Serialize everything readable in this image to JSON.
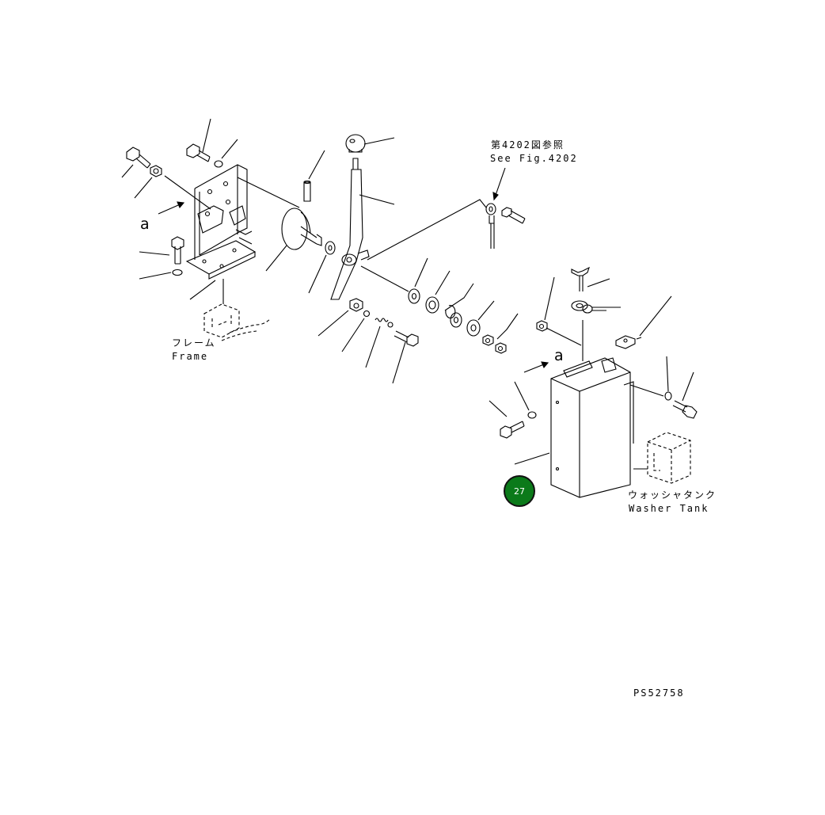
{
  "labels": {
    "ref_jp": "第4202図参照",
    "ref_en": "See Fig.4202",
    "frame_jp": "フレーム",
    "frame_en": "Frame",
    "tank_jp": "ウォッシャタンク",
    "tank_en": "Washer Tank",
    "view_a_left": "a",
    "view_a_right": "a",
    "drawing_no": "PS52758"
  },
  "badge": {
    "number": "27",
    "color": "#0b7a1a"
  }
}
